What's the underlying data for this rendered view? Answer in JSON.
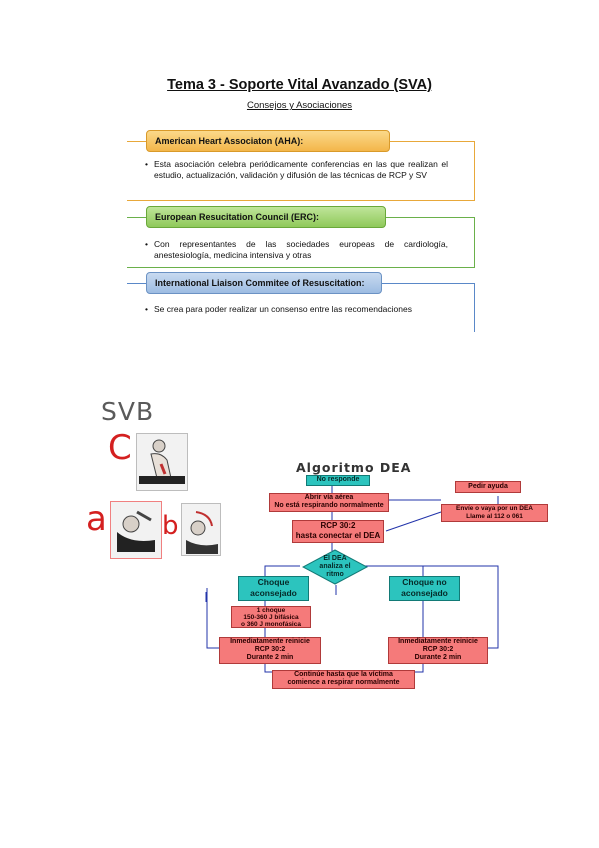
{
  "title": "Tema 3 - Soporte Vital Avanzado (SVA)",
  "subtitle": "Consejos y Asociaciones",
  "associations": [
    {
      "header": "American Heart Associaton (AHA):",
      "text": "Esta  asociación celebra periódicamente conferencias  en las que realizan el estudio, actualización,  validación y difusión de las técnicas de RCP y SV"
    },
    {
      "header": "European Resucitation Council (ERC):",
      "text": "Con  representantes de las sociedades europeas de  cardiología, anestesiología, medicina intensiva y  otras"
    },
    {
      "header": "International Liaison Commitee of Resuscitation:",
      "text": "Se  crea  para  poder  realizar  un  consenso  entre  las recomendaciones"
    }
  ],
  "svb": {
    "title": "SVB",
    "letters": {
      "c": "C",
      "a": "a",
      "b": "b"
    }
  },
  "algorithm": {
    "title": "Algoritmo DEA",
    "no_responde": "No responde",
    "pedir_ayuda": "Pedir ayuda",
    "abrir_via": "Abrir vía aérea\nNo está respirando normalmente",
    "envie": "Envíe o vaya por un DEA\nLlame al 112 o 061",
    "rcp": "RCP 30:2\nhasta conectar el DEA",
    "dea_analiza": "El DEA\nanaliza el\nritmo",
    "choque_aconsejado": "Choque\naconsejado",
    "choque_no": "Choque no\naconsejado",
    "un_choque": "1 choque\n150-360 J bifásica\no 360 J monofásica",
    "reinicie_left": "Inmediatamente reinicie\nRCP 30:2\nDurante 2 min",
    "reinicie_right": "Inmediatamente reinicie\nRCP 30:2\nDurante 2 min",
    "continue": "Continúe hasta que la víctima\ncomience a respirar normalmente"
  },
  "colors": {
    "aha": "#f3b64a",
    "erc": "#8fc95a",
    "ilcor": "#9dbce2",
    "flow_red": "#f57a7a",
    "flow_teal": "#2cc4be",
    "flow_line": "#2233aa"
  }
}
